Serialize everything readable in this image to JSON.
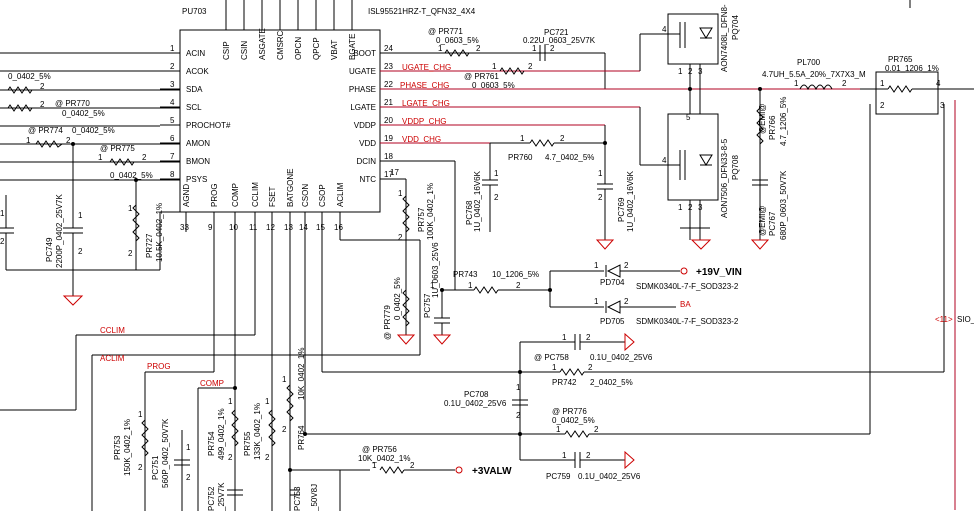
{
  "ic": {
    "ref": "PU703",
    "part": "ISL95521HRZ-T_QFN32_4X4",
    "top_pins": [
      "CSIP",
      "CSIN",
      "ASGATE",
      "CMSRC",
      "OPCN",
      "QPCP",
      "VBAT",
      "BGATE"
    ],
    "left_pins": [
      {
        "no": "1",
        "name": "ACIN"
      },
      {
        "no": "2",
        "name": "ACOK"
      },
      {
        "no": "3",
        "name": "SDA"
      },
      {
        "no": "4",
        "name": "SCL"
      },
      {
        "no": "5",
        "name": "PROCHOT#"
      },
      {
        "no": "6",
        "name": "AMON"
      },
      {
        "no": "7",
        "name": "BMON"
      },
      {
        "no": "8",
        "name": "PSYS"
      }
    ],
    "right_pins": [
      {
        "no": "24",
        "name": "BOOT"
      },
      {
        "no": "23",
        "name": "UGATE"
      },
      {
        "no": "22",
        "name": "PHASE"
      },
      {
        "no": "21",
        "name": "LGATE"
      },
      {
        "no": "20",
        "name": "VDDP"
      },
      {
        "no": "19",
        "name": "VDD"
      },
      {
        "no": "18",
        "name": "DCIN"
      },
      {
        "no": "17",
        "name": "NTC"
      }
    ],
    "bottom_pins": [
      {
        "no": "33",
        "name": "AGND"
      },
      {
        "no": "9",
        "name": "PROG"
      },
      {
        "no": "10",
        "name": "COMP"
      },
      {
        "no": "11",
        "name": "CCLIM"
      },
      {
        "no": "12",
        "name": "FSET"
      },
      {
        "no": "13",
        "name": "BATGONE"
      },
      {
        "no": "14",
        "name": "CSON"
      },
      {
        "no": "15",
        "name": "CSOP"
      },
      {
        "no": "16",
        "name": "ACLIM"
      }
    ]
  },
  "nets": {
    "ugate": "UGATE_CHG",
    "phase": "PHASE_CHG",
    "lgate": "LGATE_CHG",
    "vddp": "VDDP_CHG",
    "vdd": "VDD_CHG",
    "cclim": "CCLIM",
    "aclim": "ACLIM",
    "prog": "PROG",
    "comp": "COMP",
    "vin": "+19V_VIN",
    "ba": "BA",
    "valw": "+3VALW",
    "sio": "<11>",
    "sio_tail": "SIO_"
  },
  "components": {
    "pr771": {
      "ref": "@ PR771",
      "val": "0_0603_5%",
      "p1": "1",
      "p2": "2"
    },
    "pc721": {
      "ref": "PC721",
      "val": "0.22U_0603_25V7K",
      "p1": "1",
      "p2": "2"
    },
    "pr761": {
      "ref": "@ PR761",
      "val": "0_0603_5%",
      "p1": "1",
      "p2": "2"
    },
    "pr760": {
      "ref": "PR760",
      "val": "4.7_0402_5%",
      "p1": "1",
      "p2": "2"
    },
    "pc768": {
      "ref": "PC768",
      "val": "1U_0402_16V6K",
      "p1": "1",
      "p2": "2"
    },
    "pc769": {
      "ref": "PC769",
      "val": "1U_0402_16V6K",
      "p1": "1",
      "p2": "2"
    },
    "pq704": {
      "ref": "PQ704",
      "val": "AON7408L_DFN8-"
    },
    "pq708": {
      "ref": "PQ708",
      "val": "AON7506_DFN33-8-5"
    },
    "pl700": {
      "ref": "PL700",
      "val": "4.7UH_5.5A_20%_7X7X3_M",
      "p1": "1",
      "p2": "2"
    },
    "pr765": {
      "ref": "PR765",
      "val": "0.01_1206_1%",
      "p1": "1",
      "p2": "2",
      "p3": "3",
      "p4": "4"
    },
    "pr766": {
      "ref": "PR766",
      "val": "4.7_1206_5%",
      "tag": "@EMI@"
    },
    "pc767": {
      "ref": "PC767",
      "val": "680P_0603_50V7K",
      "tag": "@EMI@"
    },
    "pr770": {
      "ref": "@ PR770",
      "val": "0_0402_5%"
    },
    "pr_top": {
      "val": "0_0402_5%"
    },
    "pr774": {
      "ref": "@ PR774",
      "val": "0_0402_5%",
      "p1": "1",
      "p2": "2"
    },
    "pr775": {
      "ref": "@ PR775",
      "val": "0_0402_5%",
      "p1": "1",
      "p2": "2"
    },
    "pc749": {
      "ref": "PC749",
      "val": "2200P_0402_25V7K",
      "p1": "1",
      "p2": "2"
    },
    "pr727": {
      "ref": "PR727",
      "val": "10.5K_0402_1%",
      "p1": "1",
      "p2": "2"
    },
    "pr757": {
      "ref": "PR757",
      "val": "100K_0402_1%",
      "p1": "1",
      "p2": "2"
    },
    "pr779": {
      "ref": "@ PR779",
      "val": "0_0402_5%",
      "p1": "1",
      "p2": "2"
    },
    "pc757": {
      "ref": "PC757",
      "val": "1U_0603_25V6",
      "p1": "1",
      "p2": "2"
    },
    "pr743": {
      "ref": "PR743",
      "val": "10_1206_5%",
      "p1": "1",
      "p2": "2"
    },
    "pd704": {
      "ref": "PD704",
      "val": "SDMK0340L-7-F_SOD323-2",
      "p1": "1",
      "p2": "2"
    },
    "pd705": {
      "ref": "PD705",
      "val": "SDMK0340L-7-F_SOD323-2",
      "p1": "1",
      "p2": "2"
    },
    "pc758": {
      "ref": "@ PC758",
      "val": "0.1U_0402_25V6",
      "p1": "1",
      "p2": "2"
    },
    "pr742": {
      "ref": "PR742",
      "val": "2_0402_5%",
      "p1": "1",
      "p2": "2"
    },
    "pc708": {
      "ref": "PC708",
      "val": "0.1U_0402_25V6",
      "p1": "1",
      "p2": "2"
    },
    "pr776": {
      "ref": "@ PR776",
      "val": "0_0402_5%",
      "p1": "1",
      "p2": "2"
    },
    "pc759": {
      "ref": "PC759",
      "val": "0.1U_0402_25V6",
      "p1": "1",
      "p2": "2"
    },
    "pr764": {
      "ref": "PR764",
      "val": "10K_0402_1%",
      "p1": "1",
      "p2": "2"
    },
    "pr756": {
      "ref": "@ PR756",
      "val": "10K_0402_1%",
      "p1": "1",
      "p2": "2"
    },
    "pr753": {
      "ref": "PR753",
      "val": "150K_0402_1%",
      "p1": "1",
      "p2": "2"
    },
    "pc751": {
      "ref": "PC751",
      "val": "560P_0402_50V7K",
      "p1": "1",
      "p2": "2"
    },
    "pr754": {
      "ref": "PR754",
      "val": "499_0402_1%",
      "p1": "1",
      "p2": "2"
    },
    "pr755": {
      "ref": "PR755",
      "val": "133K_0402_1%",
      "p1": "1",
      "p2": "2"
    },
    "pc752": {
      "ref": "PC752",
      "val": "_25V7K"
    },
    "pc753": {
      "ref": "PC753",
      "val": "_50V8J"
    }
  },
  "pin_numbers": {
    "q_top": [
      "4",
      "5",
      "1",
      "2",
      "3"
    ],
    "q_bot": [
      "4",
      "5",
      "1",
      "2",
      "3"
    ]
  }
}
